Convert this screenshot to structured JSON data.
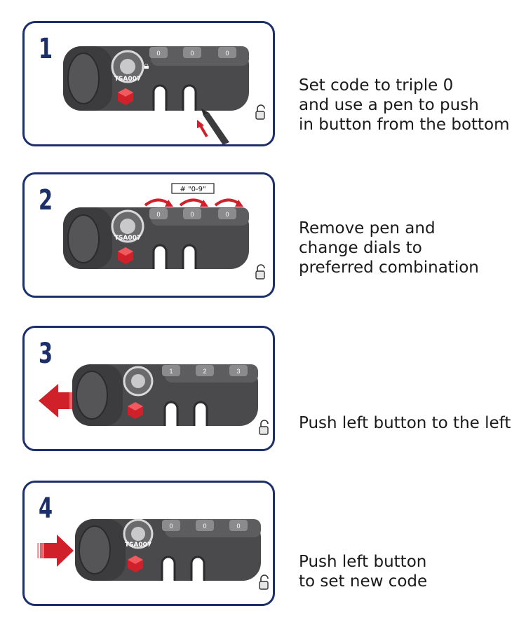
{
  "steps": [
    {
      "number": "1",
      "dial_digits": [
        "0",
        "0",
        "0"
      ],
      "instruction": "Set code to triple 0\nand use a pen to push\nin button from the bottom"
    },
    {
      "number": "2",
      "dial_digits": [
        "0",
        "0",
        "0"
      ],
      "range_label": "# \"0-9\"",
      "instruction": "Remove pen and\nchange dials to\npreferred combination"
    },
    {
      "number": "3",
      "dial_digits": [
        "1",
        "2",
        "3"
      ],
      "instruction": "Push left button to the left"
    },
    {
      "number": "4",
      "dial_digits": [
        "0",
        "0",
        "0"
      ],
      "instruction": "Push left button\nto set new code"
    }
  ],
  "tsa_label": "TSA007",
  "colors": {
    "border": "#1c2f6b",
    "lock_body": "#4a4a4c",
    "accent_red": "#d0202a"
  }
}
